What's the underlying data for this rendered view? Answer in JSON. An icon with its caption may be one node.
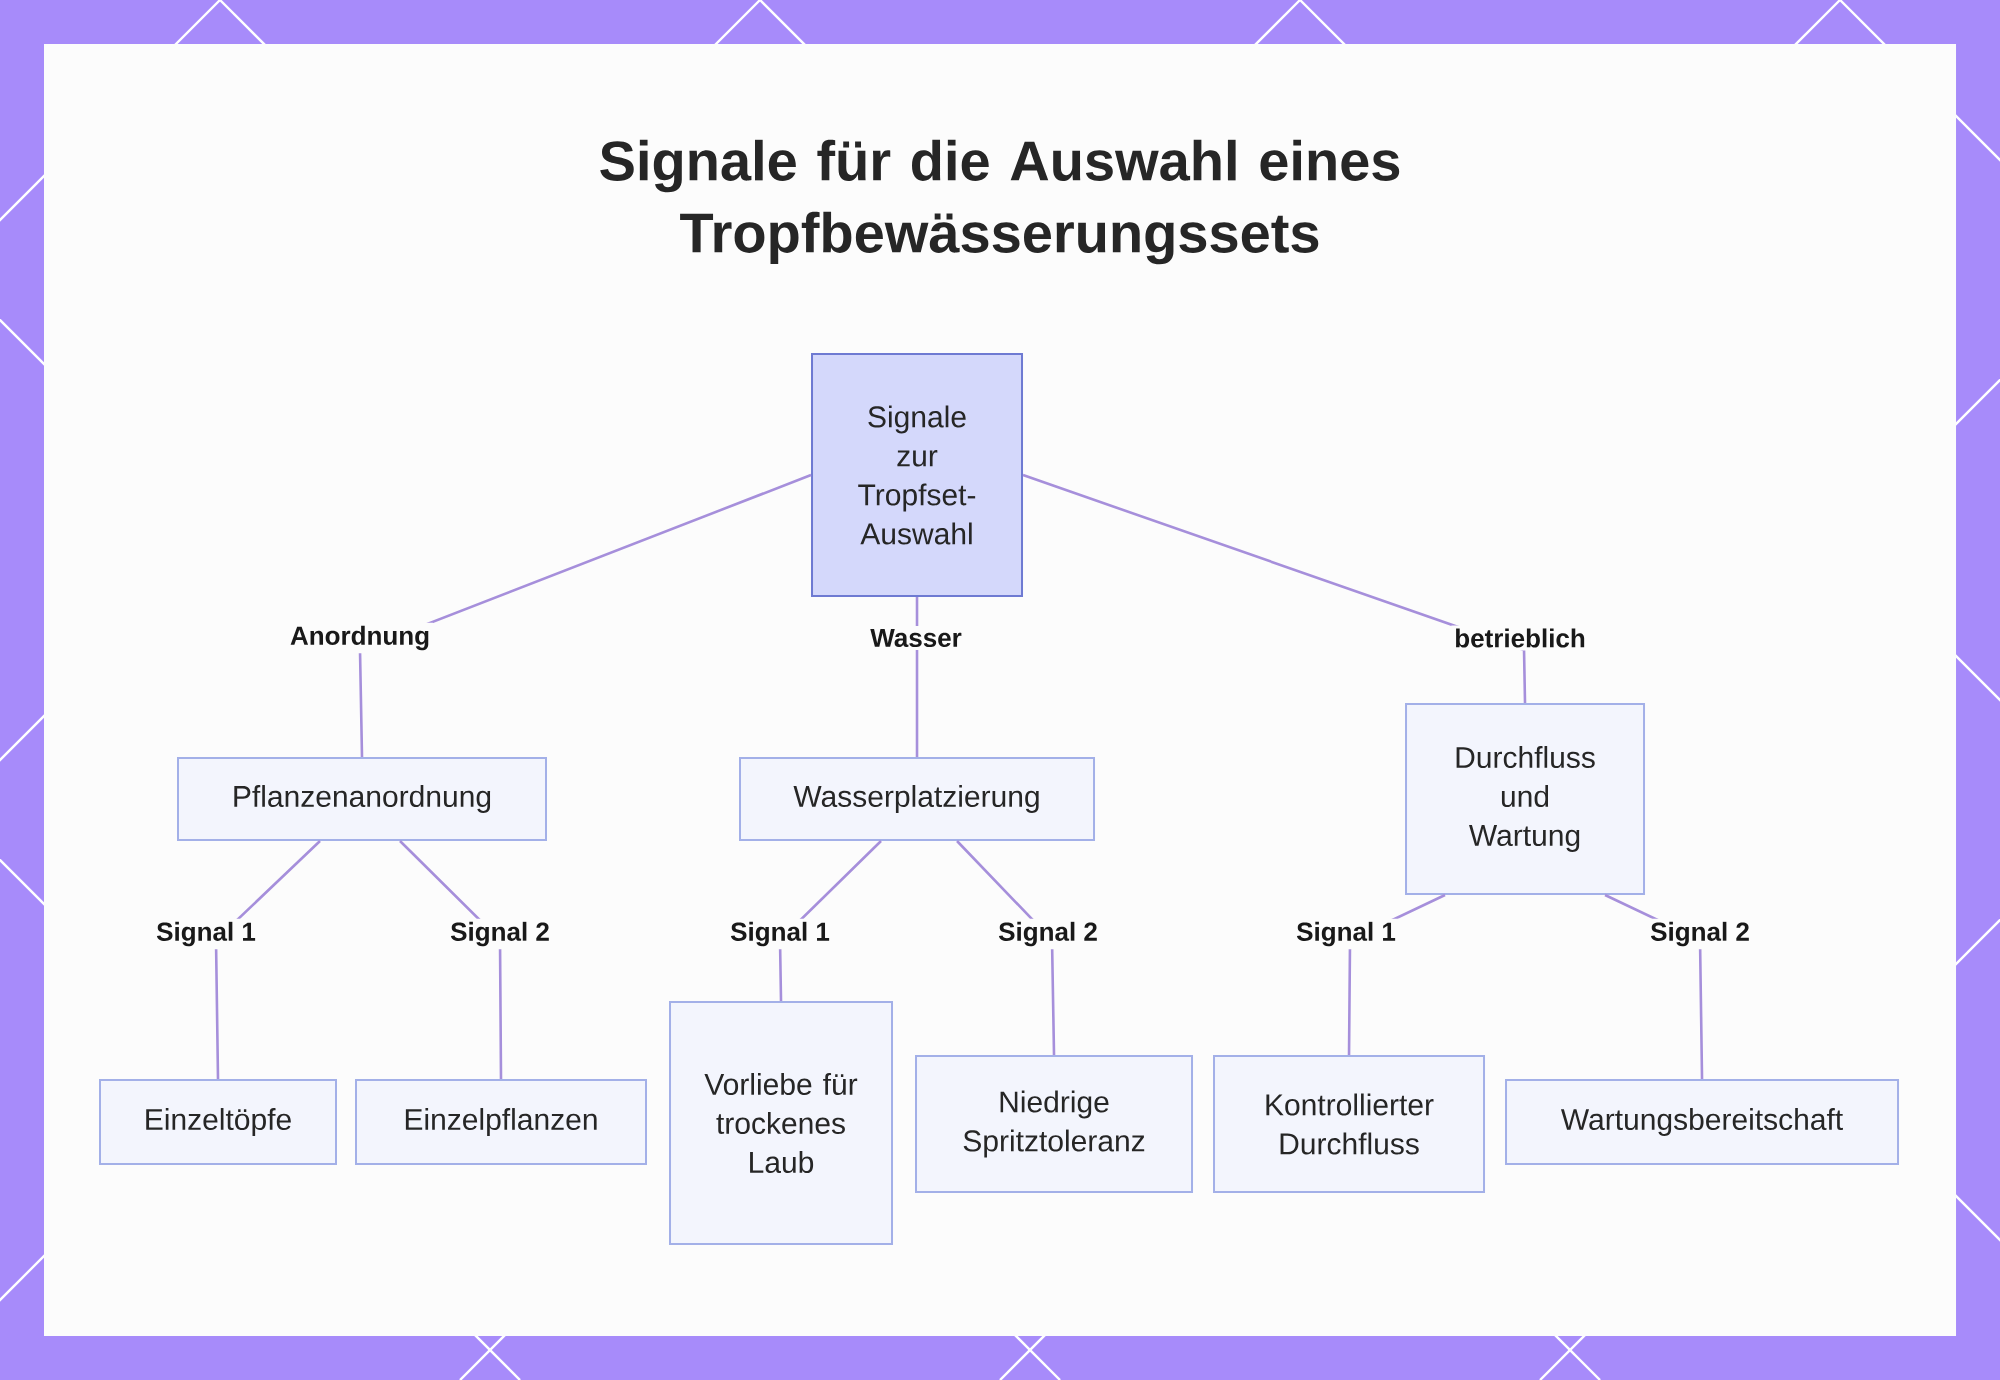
{
  "diagram": {
    "title": "Signale für die Auswahl eines Tropfbewässerungssets",
    "nodes": [
      {
        "text": [
          "Signale zur Tropfset-Auswahl"
        ]
      },
      {
        "text": [
          "Pflanzenanordnung"
        ]
      },
      {
        "text": [
          "Wasserplatzierung"
        ]
      },
      {
        "text": [
          "Durchfluss und Wartung"
        ]
      },
      {
        "text": [
          "Einzeltöpfe"
        ]
      },
      {
        "text": [
          "Einzelpflanzen"
        ]
      },
      {
        "text": [
          "Vorliebe für trockenes Laub"
        ]
      },
      {
        "text": [
          "Niedrige Spritztoleranz"
        ]
      },
      {
        "text": [
          "Kontrollierter Durchfluss"
        ]
      },
      {
        "text": [
          "Wartungsbereitschaft"
        ]
      }
    ],
    "edges": [
      {
        "from": 0,
        "to": 1,
        "arrow": "none",
        "label": "Anordnung"
      },
      {
        "from": 0,
        "to": 2,
        "arrow": "none",
        "label": "Wasser"
      },
      {
        "from": 0,
        "to": 3,
        "arrow": "none",
        "label": "betrieblich"
      },
      {
        "from": 1,
        "to": 4,
        "arrow": "none",
        "label": "Signal 1"
      },
      {
        "from": 1,
        "to": 5,
        "arrow": "none",
        "label": "Signal 2"
      },
      {
        "from": 2,
        "to": 6,
        "arrow": "none",
        "label": "Signal 1"
      },
      {
        "from": 2,
        "to": 7,
        "arrow": "none",
        "label": "Signal 2"
      },
      {
        "from": 3,
        "to": 8,
        "arrow": "none",
        "label": "Signal 1"
      },
      {
        "from": 3,
        "to": 9,
        "arrow": "none",
        "label": "Signal 2"
      }
    ]
  }
}
